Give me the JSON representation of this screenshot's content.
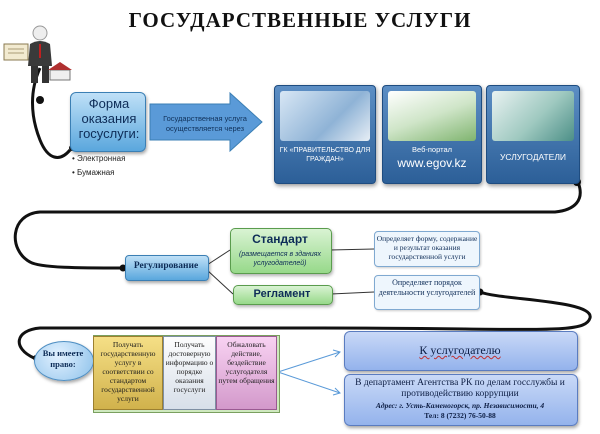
{
  "title": "ГОСУДАРСТВЕННЫЕ УСЛУГИ",
  "forma": {
    "label": "Форма оказания госуслуги:",
    "items": [
      "Электронная",
      "Бумажная"
    ]
  },
  "arrow_label": "Государственная услуга осуществляется через",
  "channels": [
    {
      "label": "ГК «ПРАВИТЕЛЬСТВО ДЛЯ ГРАЖДАН»"
    },
    {
      "sublabel": "Веб-портал",
      "label": "www.egov.kz"
    },
    {
      "label": "УСЛУГОДАТЕЛИ"
    }
  ],
  "regulation": {
    "label": "Регулирование",
    "standard": {
      "label": "Стандарт",
      "sub": "(размещается в зданиях услугодателей)",
      "note": "Определяет форму, содержание и результат оказания государственной услуги"
    },
    "reglament": {
      "label": "Регламент",
      "note": "Определяет порядок деятельности услугодателей"
    }
  },
  "rights": {
    "label": "Вы имеете право:",
    "items": [
      "Получать государственную услугу в соответствии со стандартом государственной услуги",
      "Получать достоверную информацию о порядке оказания госуслуги",
      "Обжаловать действие, бездействие услугодателя путем обращения"
    ]
  },
  "destinations": {
    "first": "К услугодателю",
    "second": "В департамент Агентства РК по делам госслужбы и противодействию коррупции",
    "address": "Адрес: г. Усть-Каменогорск, пр. Независимости, 4",
    "phone": "Тел: 8 (7232) 76-50-88"
  },
  "colors": {
    "line": "#111111",
    "arrow": "#5a9ad8",
    "green": "#97d98a",
    "blue": "#5aa7dd"
  }
}
